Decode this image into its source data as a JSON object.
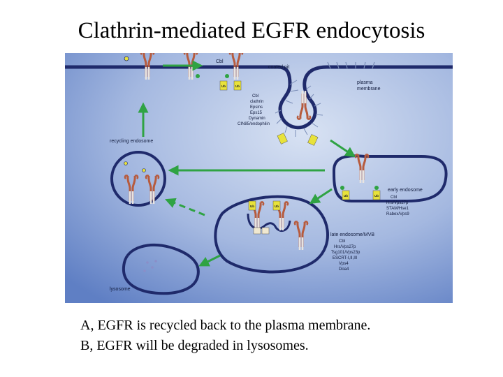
{
  "title": "Clathrin-mediated EGFR endocytosis",
  "diagram": {
    "labels": {
      "cbl_top": "Cbl",
      "coated_pit": "coated pit",
      "plasma_membrane_1": "plasma",
      "plasma_membrane_2": "membrane",
      "recycling_endosome": "recycling endosome",
      "early_endosome": "early endosome",
      "late_endosome": "late endosome/MVB",
      "lysosome": "lysosome",
      "ub": "Ub"
    },
    "coated_pit_proteins": [
      "Cbl",
      "clathrin",
      "Epsins",
      "Eps15",
      "Dynamin",
      "CIN85/endophilin"
    ],
    "early_endosome_proteins": [
      "Cbl",
      "Hrs/Vps27p",
      "STAM/Hse1",
      "Rabex/Vps9"
    ],
    "late_endosome_proteins": [
      "Cbl",
      "Hrs/Vps27p",
      "Tsg101/Vps23p",
      "ESCRT-I,II,III",
      "Vps4",
      "Doa4"
    ],
    "colors": {
      "background_light": "#c9d6ec",
      "background_dark": "#5f7fc4",
      "membrane": "#1f2a6b",
      "receptor": "#b75b3d",
      "arrow": "#2fa343",
      "ubiquitin": "#e8e23a"
    }
  },
  "caption": {
    "line_a": "A, EGFR is recycled back to the plasma membrane.",
    "line_b": "B, EGFR will be degraded in lysosomes."
  }
}
